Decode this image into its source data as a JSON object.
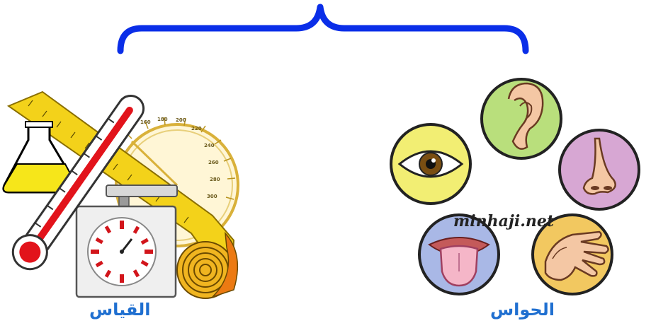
{
  "captions": {
    "measurement": "القياس",
    "senses": "الحواس"
  },
  "watermark": "minhaji.net",
  "gauge_ticks": [
    "160",
    "180",
    "200",
    "220",
    "240",
    "260",
    "280",
    "300"
  ],
  "icons": {
    "brace": "curly-brace-icon",
    "measurement_tools": [
      "ruler-tape-icon",
      "flask-icon",
      "thermometer-icon",
      "gauge-icon",
      "scale-icon"
    ],
    "senses": [
      "eye-icon",
      "ear-icon",
      "nose-icon",
      "tongue-icon",
      "hand-icon"
    ]
  },
  "colors": {
    "brace": "#0a2ee8",
    "caption": "#1f6fd0",
    "eye_circle": "#f2ee73",
    "ear_circle": "#b9df7c",
    "nose_circle": "#d7a7d3",
    "tongue_circle": "#a9b8e6",
    "hand_circle": "#f2c860",
    "thermometer_red": "#e2131b"
  }
}
